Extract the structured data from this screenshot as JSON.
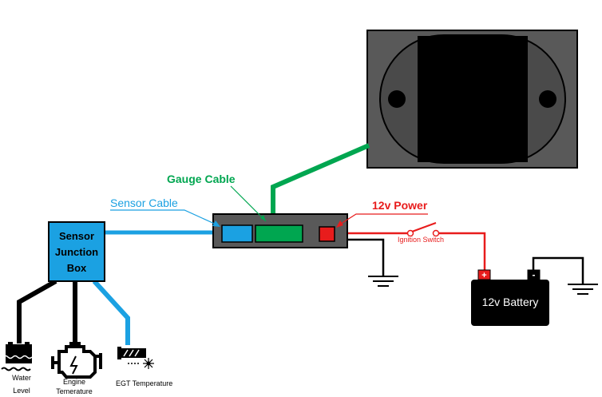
{
  "labels": {
    "gauge_cable": "Gauge Cable",
    "sensor_cable": "Sensor Cable",
    "power": "12v Power",
    "ignition_switch": "Ignition Switch",
    "junction_line1": "Sensor",
    "junction_line2": "Junction",
    "junction_line3": "Box",
    "battery": "12v Battery",
    "battery_plus": "+",
    "battery_minus": "-",
    "water_line1": "Water",
    "water_line2": "Level",
    "engine_line1": "Engine",
    "engine_line2": "Temerature",
    "egt": "EGT Temperature"
  },
  "colors": {
    "gauge_cable": "#00a650",
    "sensor_cable": "#1ba1e2",
    "power": "#e81c1c",
    "ground": "#000000",
    "junction_box": "#1ba1e2",
    "hub_body": "#595959",
    "gauge_frame": "#595959"
  },
  "icons": [
    "water-level-icon",
    "engine-icon",
    "egt-icon",
    "ground-symbol-icon"
  ]
}
